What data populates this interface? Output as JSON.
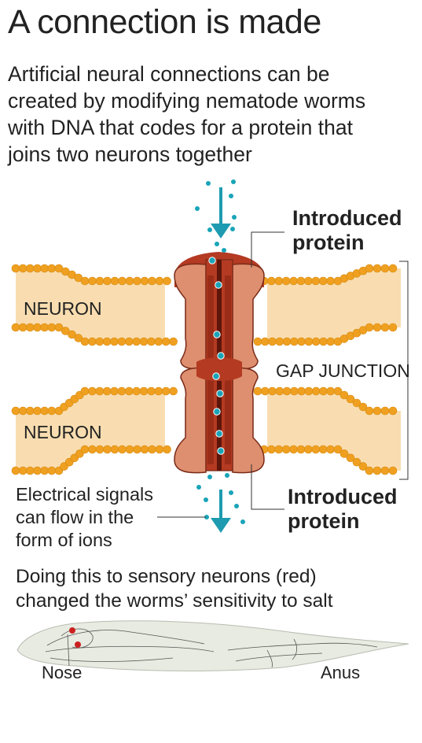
{
  "title": "A connection is made",
  "intro_lines": [
    "Artificial neural connections can be",
    "created by modifying nematode worms",
    "with DNA that codes for a protein that",
    "joins two neurons together"
  ],
  "labels": {
    "protein_top": [
      "Introduced",
      "protein"
    ],
    "protein_bottom": [
      "Introduced",
      "protein"
    ],
    "neuron_top": "NEURON",
    "neuron_bottom": "NEURON",
    "gap_junction": "GAP JUNCTION",
    "electrical": [
      "Electrical signals",
      "can flow in the",
      "form of ions"
    ]
  },
  "footer_lines": [
    "Doing this to sensory neurons (red)",
    "changed the worms’ sensitivity to salt"
  ],
  "worm": {
    "nose": "Nose",
    "anus": "Anus"
  },
  "colors": {
    "membrane_fill": "#f9ddb0",
    "bead": "#f0a020",
    "protein_light": "#dd8f6f",
    "protein_dark": "#b43a22",
    "ion": "#19a4b8",
    "arrow": "#1e9bb0",
    "worm_fill": "#e8ebe1",
    "sensory_red": "#cc2020"
  }
}
